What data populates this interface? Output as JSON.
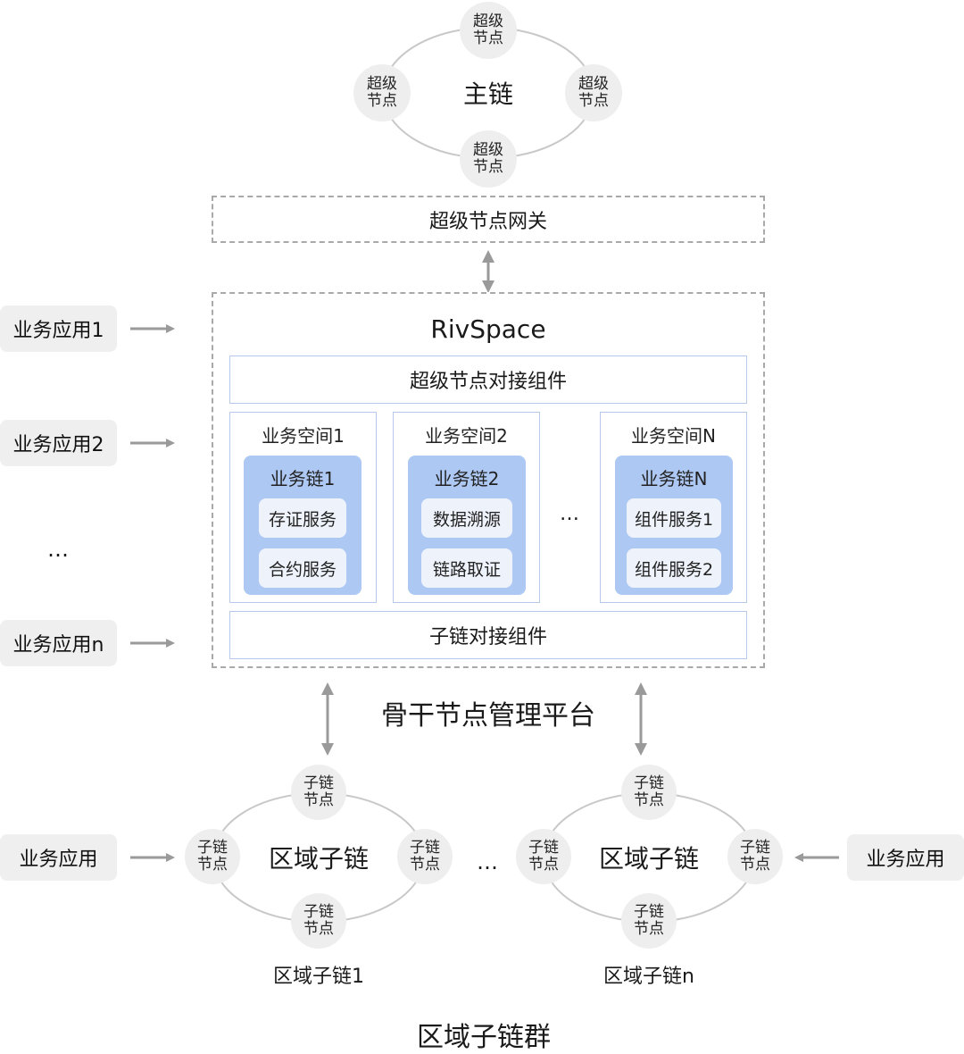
{
  "main_chain": {
    "label": "主链",
    "node_label": "超级\n节点"
  },
  "gateway": {
    "label": "超级节点网关"
  },
  "rivspace": {
    "title": "RivSpace",
    "top_component": "超级节点对接组件",
    "bottom_component": "子链对接组件",
    "spaces": [
      {
        "title": "业务空间1",
        "chain": "业务链1",
        "services": [
          "存证服务",
          "合约服务"
        ]
      },
      {
        "title": "业务空间2",
        "chain": "业务链2",
        "services": [
          "数据溯源",
          "链路取证"
        ]
      },
      {
        "title": "业务空间N",
        "chain": "业务链N",
        "services": [
          "组件服务1",
          "组件服务2"
        ]
      }
    ],
    "ellipsis": "…"
  },
  "left_apps": [
    "业务应用1",
    "业务应用2",
    "…",
    "业务应用n"
  ],
  "platform_label": "骨干节点管理平台",
  "subchains": [
    {
      "center": "区域子链",
      "caption": "区域子链1"
    },
    {
      "center": "区域子链",
      "caption": "区域子链n"
    }
  ],
  "subchain_node_label": "子链\n节点",
  "subchain_ellipsis": "…",
  "bottom_apps": [
    "业务应用",
    "业务应用"
  ],
  "cluster_label": "区域子链群",
  "colors": {
    "arrow": "#9a9a9a",
    "ring": "#c8c8c8",
    "node_fill": "#eeeeee",
    "chain_fill": "#aec8f4",
    "service_fill": "#eef2fb",
    "panel_border": "#b7c9ea"
  }
}
